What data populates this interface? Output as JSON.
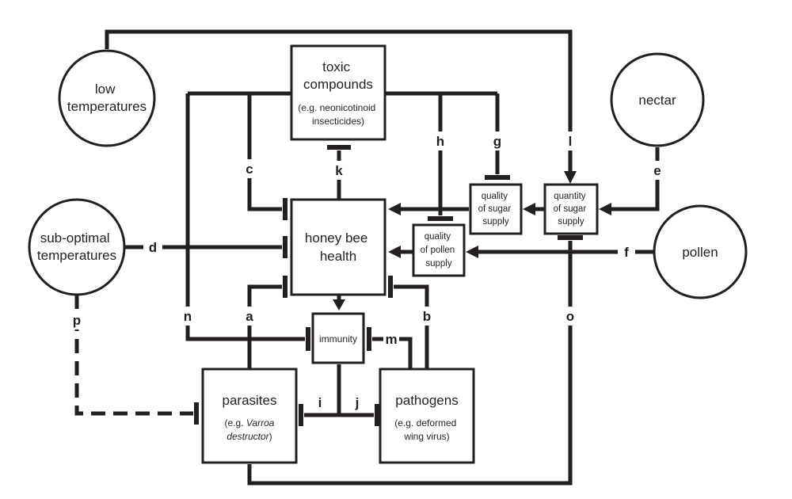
{
  "nodes": {
    "low_temperatures": {
      "lines": [
        "low",
        "temperatures"
      ]
    },
    "toxic_compounds": {
      "title": [
        "toxic",
        "compounds"
      ],
      "subtitle": [
        "(e.g. neonicotinoid",
        "insecticides)"
      ]
    },
    "nectar": {
      "label": "nectar"
    },
    "sub_optimal_temperatures": {
      "lines": [
        "sub-optimal",
        "temperatures"
      ]
    },
    "honey_bee_health": {
      "lines": [
        "honey bee",
        "health"
      ]
    },
    "quality_sugar_supply": {
      "lines": [
        "quality",
        "of sugar",
        "supply"
      ]
    },
    "quantity_sugar_supply": {
      "lines": [
        "quantity",
        "of sugar",
        "supply"
      ]
    },
    "quality_pollen_supply": {
      "lines": [
        "quality",
        "of pollen",
        "supply"
      ]
    },
    "pollen": {
      "label": "pollen"
    },
    "immunity": {
      "label": "immunity"
    },
    "parasites": {
      "title": "parasites",
      "subtitle_line1_prefix": "(e.g. ",
      "subtitle_line1_italic": "Varroa",
      "subtitle_line2_italic": "destructor",
      "subtitle_line2_suffix": ")"
    },
    "pathogens": {
      "title": "pathogens",
      "subtitle": [
        "(e.g. deformed",
        "wing virus)"
      ]
    }
  },
  "edge_labels": {
    "a": "a",
    "b": "b",
    "c": "c",
    "d": "d",
    "e": "e",
    "f": "f",
    "g": "g",
    "h": "h",
    "i": "i",
    "j": "j",
    "k": "k",
    "l": "l",
    "m": "m",
    "n": "n",
    "o": "o",
    "p": "p"
  },
  "colors": {
    "ink": "#231f20",
    "background": "#ffffff"
  }
}
